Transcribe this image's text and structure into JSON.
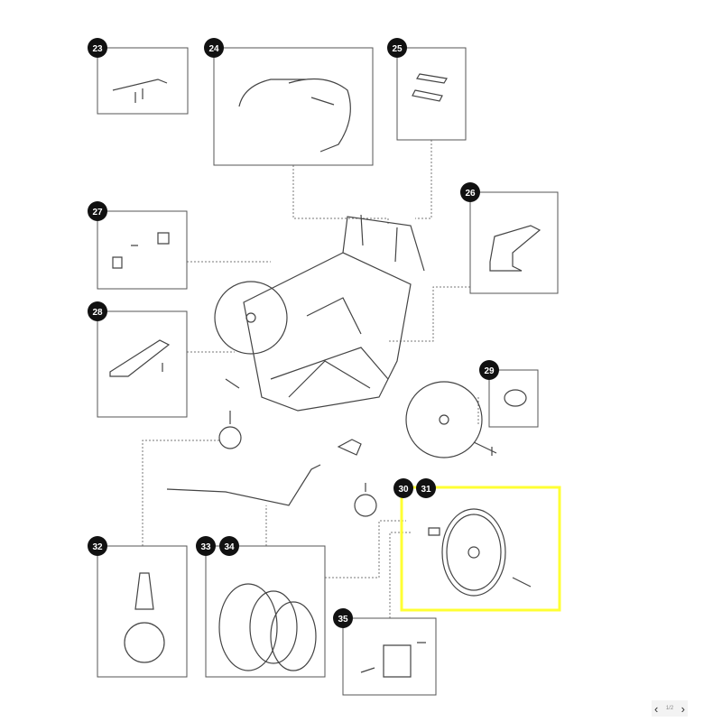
{
  "diagram": {
    "callouts": [
      "23",
      "24",
      "25",
      "26",
      "27",
      "28",
      "29",
      "30",
      "31",
      "32",
      "33",
      "34",
      "35"
    ],
    "highlight_color": "#ffff33"
  },
  "nav": {
    "prev": "‹",
    "next": "›",
    "page": "1/2"
  }
}
